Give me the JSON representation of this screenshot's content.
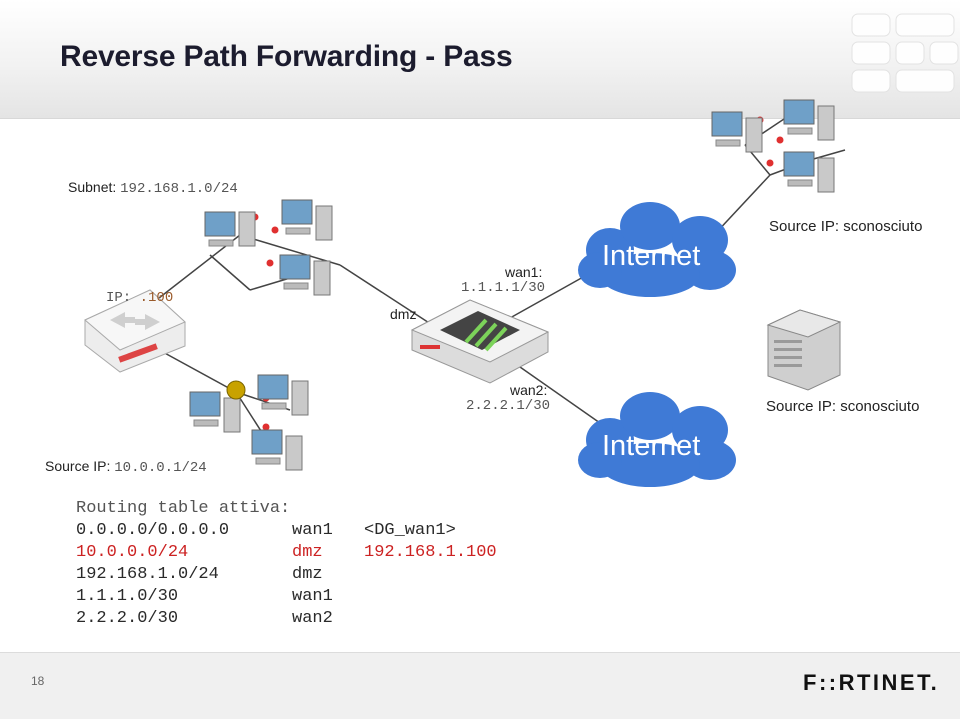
{
  "title": "Reverse Path Forwarding - Pass",
  "subnet": {
    "label": "Subnet: ",
    "value": "192.168.1.0/24"
  },
  "ip": {
    "label": "IP:",
    "value": ".100"
  },
  "dmz_label": "dmz",
  "wan1": {
    "label": "wan1:",
    "value": "1.1.1.1/30"
  },
  "wan2": {
    "label": "wan2:",
    "value": "2.2.2.1/30"
  },
  "cloud_top": "Internet",
  "cloud_bottom": "Internet",
  "source_unknown_top": "Source IP: sconosciuto",
  "source_unknown_bottom": "Source IP: sconosciuto",
  "source_ip": {
    "label": "Source IP: ",
    "value": "10.0.0.1/24"
  },
  "routing": {
    "header": "Routing table attiva:",
    "rows": [
      {
        "network": "0.0.0.0/0.0.0.0",
        "iface": "wan1",
        "gateway": "<DG_wan1>",
        "highlight": false
      },
      {
        "network": "10.0.0.0/24",
        "iface": "dmz",
        "gateway": "192.168.1.100",
        "highlight": true
      },
      {
        "network": "192.168.1.0/24",
        "iface": "dmz",
        "gateway": "",
        "highlight": false
      },
      {
        "network": "1.1.1.0/30",
        "iface": "wan1",
        "gateway": "",
        "highlight": false
      },
      {
        "network": "2.2.2.0/30",
        "iface": "wan2",
        "gateway": "",
        "highlight": false
      }
    ]
  },
  "footer": {
    "page_number": "18",
    "brand": "F::RTINET."
  },
  "colors": {
    "cloud": "#3f7ad6",
    "link_node": "#e03030",
    "highlight_text": "#cc2222",
    "router_node": "#c8a200"
  },
  "icons": [
    "workstation-icon",
    "switch-icon",
    "firewall-icon",
    "cloud-icon",
    "server-icon",
    "router-icon"
  ]
}
